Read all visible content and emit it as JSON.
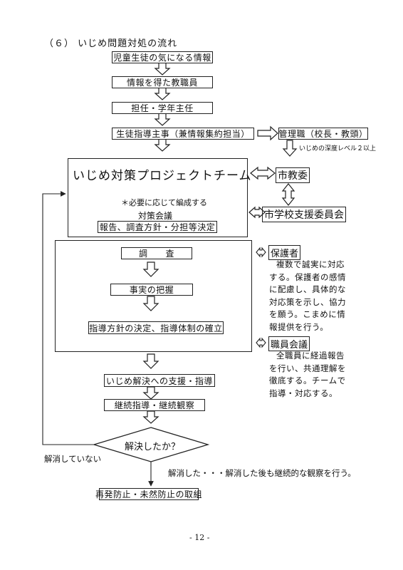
{
  "page": {
    "section_title": "（６） いじめ問題対処の流れ",
    "page_number": "- 12 -"
  },
  "flow": {
    "step1": "児童生徒の気になる情報",
    "step2": "情報を得た教職員",
    "step3": "担任・学年主任",
    "step4": "生徒指導主事（兼情報集約担当）",
    "admin": "管理職（校長・教頭）",
    "admin_note": "いじめの深度レベル２以上",
    "team_title": "いじめ対策プロジェクトチーム",
    "team_note": "＊必要に応じて編成する",
    "meeting": "対策会議",
    "meeting_box": "報告、調査方針・分担等決定",
    "board": "市教委",
    "support": "市学校支援委員会",
    "investigate": "調　　査",
    "facts": "事実の把握",
    "policy": "指導方針の決定、指導体制の確立",
    "guardian_label": "保護者",
    "guardian_lines": [
      "複数で誠実に対応",
      "する。保護者の感情",
      "に配慮し、具体的な",
      "対応策を示し、協力",
      "を願う。こまめに情",
      "報提供を行う。"
    ],
    "staff_label": "職員会議",
    "staff_lines": [
      "全職員に経過報告",
      "を行い、共通理解を",
      "徹底する。チームで",
      "指導・対応する。"
    ],
    "support_step": "いじめ解決への支援・指導",
    "continue": "継続指導・継続観察",
    "decision": "解決したか？",
    "not_solved": "解消していない",
    "solved": "解消した・・・解消した後も継続的な観察を行う。",
    "prevention": "再発防止・未然防止の取組"
  }
}
